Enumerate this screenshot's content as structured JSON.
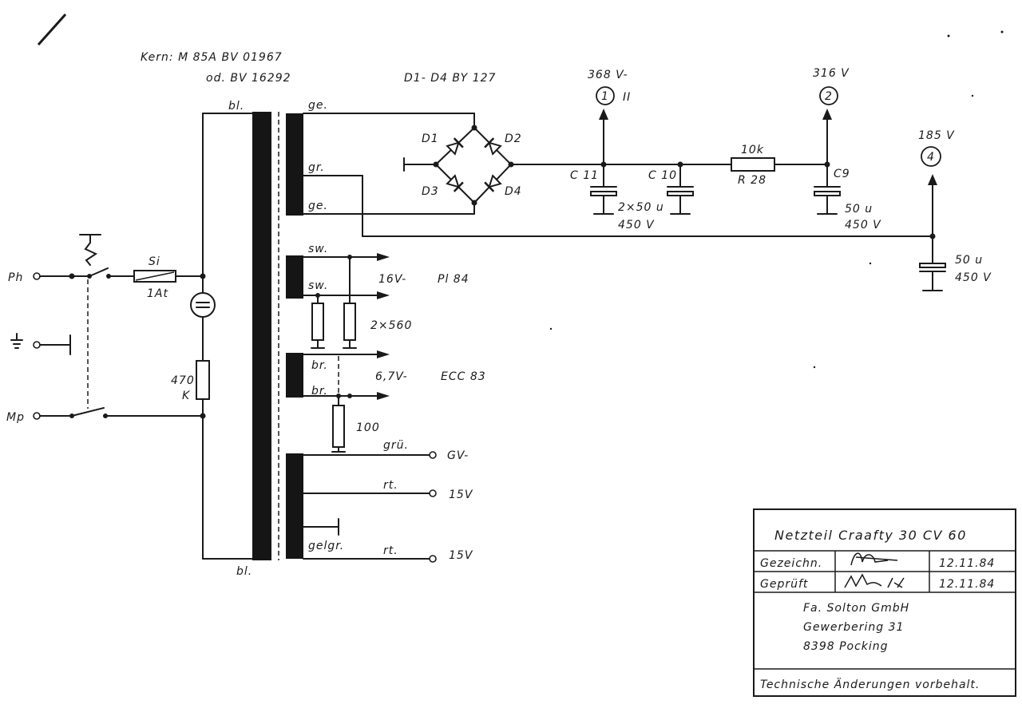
{
  "header": {
    "core_line1": "Kern: M 85A  BV 01967",
    "core_line2": "od.  BV 16292",
    "diodes": "D1- D4  BY 127"
  },
  "primary": {
    "phase": "Ph",
    "neutral": "Mp",
    "fuse_name": "Si",
    "fuse_value": "1At",
    "resistor_value": "470",
    "resistor_unit": "K",
    "top_wire": "bl.",
    "bottom_wire": "bl."
  },
  "secondary": {
    "hv_top": "ge.",
    "hv_mid": "gr.",
    "hv_bottom": "ge.",
    "w1_a": "sw.",
    "w1_b": "sw.",
    "w1_voltage": "16V-",
    "w1_tube": "Pl 84",
    "w1_resistors": "2×560",
    "w2_a": "br.",
    "w2_b": "br.",
    "w2_voltage": "6,7V-",
    "w2_tube": "ECC 83",
    "w2_pot": "100",
    "w3_a": "grü.",
    "w3_b": "rt.",
    "w3_c": "gelgr.",
    "w3_d": "rt.",
    "out_gv": "GV-",
    "out_15a": "15V",
    "out_15b": "15V"
  },
  "rectifier": {
    "d1": "D1",
    "d2": "D2",
    "d3": "D3",
    "d4": "D4"
  },
  "filter": {
    "c11": "C 11",
    "c10": "C 10",
    "c9": "C9",
    "r28": "R 28",
    "r28_value": "10k",
    "c11_value": "2×50 u",
    "c11_volt": "450 V",
    "c9_value": "50 u",
    "c9_volt": "450 V",
    "c_extra_value": "50 u",
    "c_extra_volt": "450 V"
  },
  "testpoints": [
    {
      "num": "1",
      "voltage": "368 V-",
      "note": "II"
    },
    {
      "num": "2",
      "voltage": "316 V",
      "note": ""
    },
    {
      "num": "4",
      "voltage": "185 V",
      "note": ""
    }
  ],
  "titleblock": {
    "title": "Netzteil  Craafty 30  CV 60",
    "drawn_label": "Gezeichn.",
    "drawn_date": "12.11.84",
    "checked_label": "Geprüft",
    "checked_date": "12.11.84",
    "company": "Fa. Solton  GmbH",
    "street": "Gewerbering  31",
    "city": "8398  Pocking",
    "note": "Technische  Änderungen vorbehalt."
  }
}
